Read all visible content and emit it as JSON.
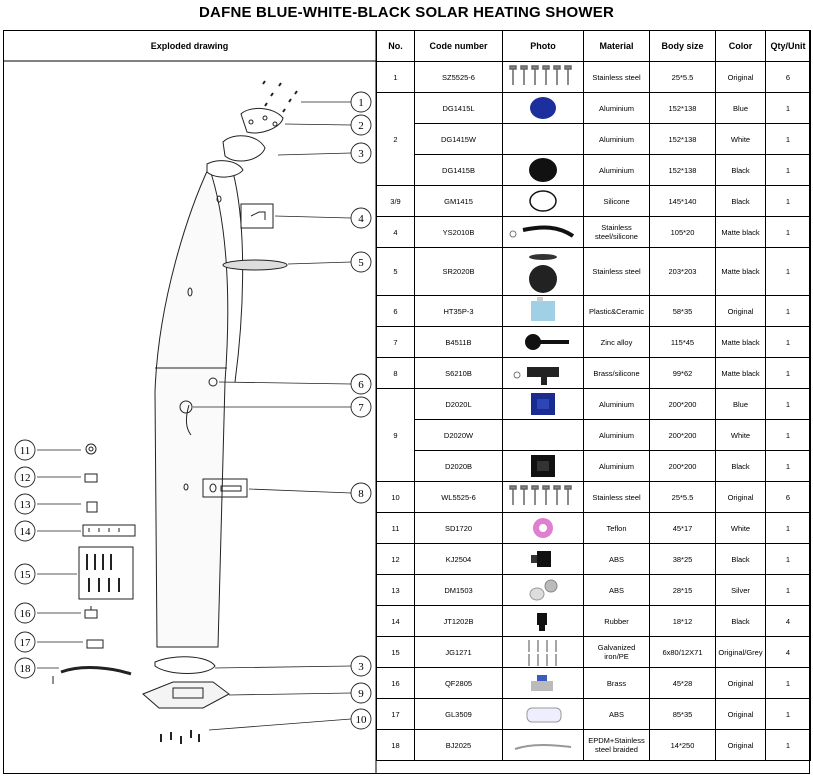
{
  "title": "DAFNE BLUE-WHITE-BLACK SOLAR HEATING SHOWER",
  "headers": {
    "exploded": "Exploded drawing",
    "no": "No.",
    "code": "Code number",
    "photo": "Photo",
    "material": "Material",
    "body_size": "Body size",
    "color": "Color",
    "qty": "Qty/Unit"
  },
  "callouts": [
    "1",
    "2",
    "3",
    "4",
    "5",
    "6",
    "7",
    "8",
    "3",
    "9",
    "10",
    "11",
    "12",
    "13",
    "14",
    "15",
    "16",
    "17",
    "18"
  ],
  "rows": [
    {
      "no": "1",
      "code": "SZ5525-6",
      "material": "Stainless steel",
      "size": "25*5.5",
      "color": "Original",
      "qty": "6",
      "photo": "screws-icon"
    },
    {
      "no": "2",
      "code": "DG1415L",
      "material": "Aluminium",
      "size": "152*138",
      "color": "Blue",
      "qty": "1",
      "photo": "blue-cap-icon"
    },
    {
      "no": "",
      "code": "DG1415W",
      "material": "Aluminium",
      "size": "152*138",
      "color": "White",
      "qty": "1",
      "photo": ""
    },
    {
      "no": "",
      "code": "DG1415B",
      "material": "Aluminium",
      "size": "152*138",
      "color": "Black",
      "qty": "1",
      "photo": "black-cap-icon"
    },
    {
      "no": "3/9",
      "code": "GM1415",
      "material": "Silicone",
      "size": "145*140",
      "color": "Black",
      "qty": "1",
      "photo": "gasket-icon"
    },
    {
      "no": "4",
      "code": "YS2010B",
      "material": "Stainless steel/silicone",
      "size": "105*20",
      "color": "Matte black",
      "qty": "1",
      "photo": "arm-icon"
    },
    {
      "no": "5",
      "code": "SR2020B",
      "material": "Stainless steel",
      "size": "203*203",
      "color": "Matte black",
      "qty": "1",
      "photo": "shower-head-icon"
    },
    {
      "no": "6",
      "code": "HT35P-3",
      "material": "Plastic&Ceramic",
      "size": "58*35",
      "color": "Original",
      "qty": "1",
      "photo": "cartridge-icon"
    },
    {
      "no": "7",
      "code": "B4511B",
      "material": "Zinc alloy",
      "size": "115*45",
      "color": "Matte black",
      "qty": "1",
      "photo": "handle-icon"
    },
    {
      "no": "8",
      "code": "S6210B",
      "material": "Brass/silicone",
      "size": "99*62",
      "color": "Matte black",
      "qty": "1",
      "photo": "tap-icon"
    },
    {
      "no": "9",
      "code": "D2020L",
      "material": "Aluminium",
      "size": "200*200",
      "color": "Blue",
      "qty": "1",
      "photo": "blue-base-icon"
    },
    {
      "no": "",
      "code": "D2020W",
      "material": "Aluminium",
      "size": "200*200",
      "color": "White",
      "qty": "1",
      "photo": ""
    },
    {
      "no": "",
      "code": "D2020B",
      "material": "Aluminium",
      "size": "200*200",
      "color": "Black",
      "qty": "1",
      "photo": "black-base-icon"
    },
    {
      "no": "10",
      "code": "WL5525-6",
      "material": "Stainless steel",
      "size": "25*5.5",
      "color": "Original",
      "qty": "6",
      "photo": "screws-icon"
    },
    {
      "no": "11",
      "code": "SD1720",
      "material": "Teflon",
      "size": "45*17",
      "color": "White",
      "qty": "1",
      "photo": "tape-icon"
    },
    {
      "no": "12",
      "code": "KJ2504",
      "material": "ABS",
      "size": "38*25",
      "color": "Black",
      "qty": "1",
      "photo": "connector-icon"
    },
    {
      "no": "13",
      "code": "DM1503",
      "material": "ABS",
      "size": "28*15",
      "color": "Silver",
      "qty": "1",
      "photo": "fitting-icon"
    },
    {
      "no": "14",
      "code": "JT1202B",
      "material": "Rubber",
      "size": "18*12",
      "color": "Black",
      "qty": "4",
      "photo": "foot-icon"
    },
    {
      "no": "15",
      "code": "JG1271",
      "material": "Galvanized iron/PE",
      "size": "6x80/12X71",
      "color": "Original/Grey",
      "qty": "4",
      "photo": "anchors-icon"
    },
    {
      "no": "16",
      "code": "QF2805",
      "material": "Brass",
      "size": "45*28",
      "color": "Original",
      "qty": "1",
      "photo": "valve-icon"
    },
    {
      "no": "17",
      "code": "GL3509",
      "material": "ABS",
      "size": "85*35",
      "color": "Original",
      "qty": "1",
      "photo": "filter-icon"
    },
    {
      "no": "18",
      "code": "BJ2025",
      "material": "EPDM+Stainless steel braided",
      "size": "14*250",
      "color": "Original",
      "qty": "1",
      "photo": "hose-icon"
    }
  ]
}
